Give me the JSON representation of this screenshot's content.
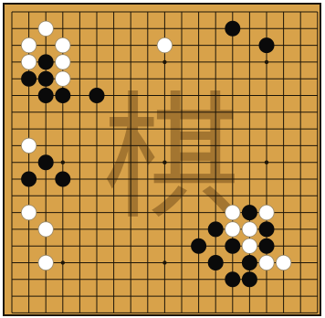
{
  "board": {
    "size": 19,
    "colors": {
      "wood": "#d8a24a",
      "line": "#1c1508",
      "black_stone": "#0a0a0a",
      "white_stone": "#ffffff",
      "white_stone_edge": "#9a8a6a",
      "watermark": "#6e4816"
    },
    "watermark_char": "棋",
    "star_points": [
      [
        3,
        3
      ],
      [
        3,
        9
      ],
      [
        3,
        15
      ],
      [
        9,
        3
      ],
      [
        9,
        9
      ],
      [
        9,
        15
      ],
      [
        15,
        3
      ],
      [
        15,
        9
      ],
      [
        15,
        15
      ]
    ],
    "stones": [
      {
        "color": "white",
        "col": 2,
        "row": 1
      },
      {
        "color": "white",
        "col": 1,
        "row": 2
      },
      {
        "color": "white",
        "col": 3,
        "row": 2
      },
      {
        "color": "white",
        "col": 1,
        "row": 3
      },
      {
        "color": "black",
        "col": 2,
        "row": 3
      },
      {
        "color": "white",
        "col": 3,
        "row": 3
      },
      {
        "color": "black",
        "col": 1,
        "row": 4
      },
      {
        "color": "black",
        "col": 2,
        "row": 4
      },
      {
        "color": "white",
        "col": 3,
        "row": 4
      },
      {
        "color": "black",
        "col": 2,
        "row": 5
      },
      {
        "color": "black",
        "col": 3,
        "row": 5
      },
      {
        "color": "black",
        "col": 5,
        "row": 5
      },
      {
        "color": "white",
        "col": 9,
        "row": 2
      },
      {
        "color": "black",
        "col": 13,
        "row": 1
      },
      {
        "color": "black",
        "col": 15,
        "row": 2
      },
      {
        "color": "white",
        "col": 1,
        "row": 8
      },
      {
        "color": "black",
        "col": 2,
        "row": 9
      },
      {
        "color": "black",
        "col": 1,
        "row": 10
      },
      {
        "color": "black",
        "col": 3,
        "row": 10
      },
      {
        "color": "white",
        "col": 1,
        "row": 12
      },
      {
        "color": "white",
        "col": 2,
        "row": 13
      },
      {
        "color": "white",
        "col": 2,
        "row": 15
      },
      {
        "color": "black",
        "col": 14,
        "row": 12
      },
      {
        "color": "white",
        "col": 13,
        "row": 12
      },
      {
        "color": "white",
        "col": 15,
        "row": 12
      },
      {
        "color": "black",
        "col": 12,
        "row": 13
      },
      {
        "color": "white",
        "col": 13,
        "row": 13
      },
      {
        "color": "white",
        "col": 14,
        "row": 13
      },
      {
        "color": "black",
        "col": 15,
        "row": 13
      },
      {
        "color": "black",
        "col": 11,
        "row": 14
      },
      {
        "color": "black",
        "col": 13,
        "row": 14
      },
      {
        "color": "white",
        "col": 14,
        "row": 14
      },
      {
        "color": "black",
        "col": 15,
        "row": 14
      },
      {
        "color": "black",
        "col": 12,
        "row": 15
      },
      {
        "color": "black",
        "col": 14,
        "row": 15
      },
      {
        "color": "white",
        "col": 15,
        "row": 15
      },
      {
        "color": "white",
        "col": 16,
        "row": 15
      },
      {
        "color": "black",
        "col": 13,
        "row": 16
      },
      {
        "color": "black",
        "col": 14,
        "row": 16
      }
    ]
  }
}
